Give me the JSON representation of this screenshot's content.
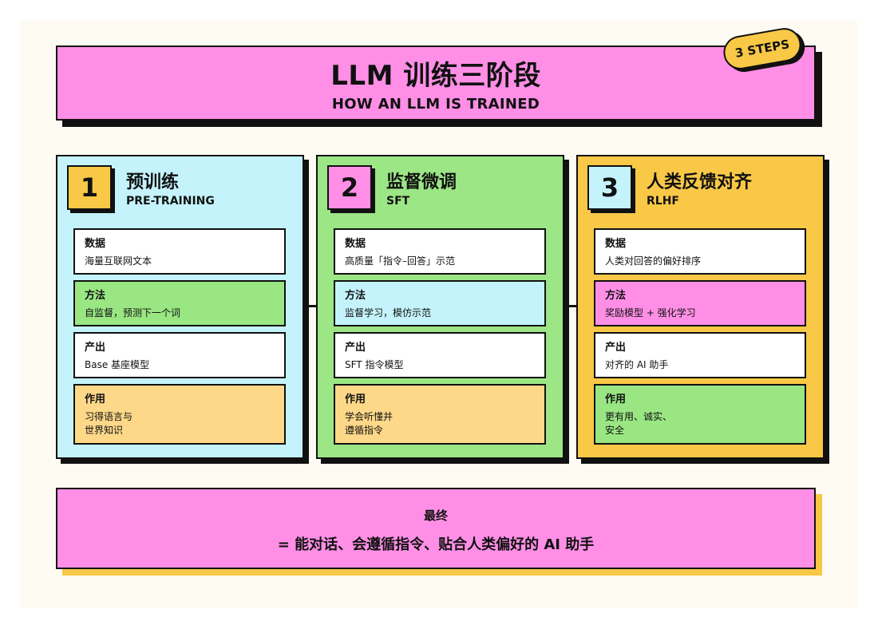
{
  "header": {
    "title": "LLM 训练三阶段",
    "subtitle": "HOW AN LLM IS TRAINED",
    "badge": "3 STEPS"
  },
  "stages": [
    {
      "number": "1",
      "title": "预训练",
      "subtitle": "PRE-TRAINING",
      "bg": "#c4f3fc",
      "badge_bg": "#f8c846",
      "items": [
        {
          "label": "数据",
          "value": "海量互联网文本",
          "bg": "#ffffff"
        },
        {
          "label": "方法",
          "value": "自监督，预测下一个词",
          "bg": "#99e683"
        },
        {
          "label": "产出",
          "value": "Base 基座模型",
          "bg": "#ffffff"
        },
        {
          "label": "作用",
          "value": "习得语言与\n世界知识",
          "bg": "#fdd889"
        }
      ]
    },
    {
      "number": "2",
      "title": "监督微调",
      "subtitle": "SFT",
      "bg": "#9ce685",
      "badge_bg": "#ff8fe6",
      "items": [
        {
          "label": "数据",
          "value": "高质量「指令–回答」示范",
          "bg": "#ffffff"
        },
        {
          "label": "方法",
          "value": "监督学习，模仿示范",
          "bg": "#c4f3fc"
        },
        {
          "label": "产出",
          "value": "SFT 指令模型",
          "bg": "#ffffff"
        },
        {
          "label": "作用",
          "value": "学会听懂并\n遵循指令",
          "bg": "#fdd889"
        }
      ]
    },
    {
      "number": "3",
      "title": "人类反馈对齐",
      "subtitle": "RLHF",
      "bg": "#f8c846",
      "badge_bg": "#c4f3fc",
      "items": [
        {
          "label": "数据",
          "value": "人类对回答的偏好排序",
          "bg": "#ffffff"
        },
        {
          "label": "方法",
          "value": "奖励模型 + 强化学习",
          "bg": "#ff8fe6"
        },
        {
          "label": "产出",
          "value": "对齐的 AI 助手",
          "bg": "#ffffff"
        },
        {
          "label": "作用",
          "value": "更有用、诚实、\n安全",
          "bg": "#99e683"
        }
      ]
    }
  ],
  "footer": {
    "label": "最终",
    "text": "= 能对话、会遵循指令、贴合人类偏好的 AI 助手"
  }
}
